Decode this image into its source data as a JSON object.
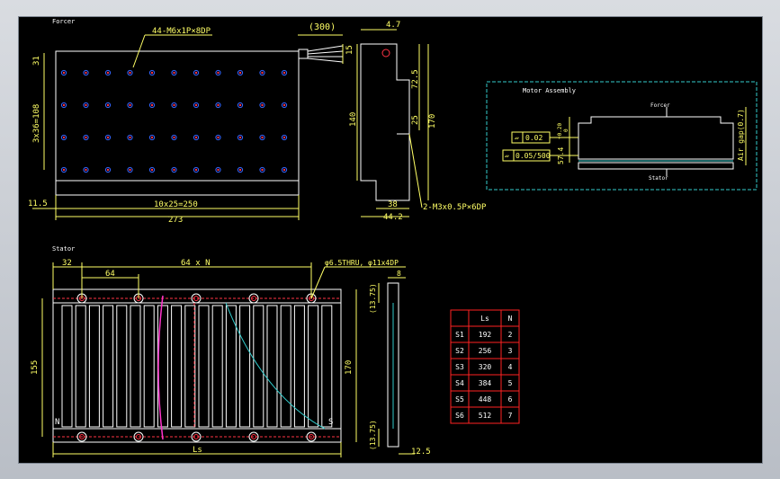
{
  "colors": {
    "background": "#000000",
    "outline": "#ffffff",
    "dimension": "#ffff66",
    "hole_red": "#ff3344",
    "hole_blue": "#3366ff",
    "cyan": "#33cccc",
    "magenta": "#ff33cc",
    "table_border": "#ff2222"
  },
  "forcer": {
    "title": "Forcer",
    "thread_callout": "44-M6x1P×8DP",
    "cable_dim": "(300)",
    "dim_31": "31",
    "dim_3x36": "3x36=108",
    "dim_11_5": "11.5",
    "dim_10x25": "10x25=250",
    "dim_273": "273"
  },
  "side_view": {
    "dim_4_7": "4.7",
    "dim_15": "15",
    "dim_72_5": "72.5",
    "dim_25": "25",
    "dim_140": "140",
    "dim_170": "170",
    "dim_38": "38",
    "dim_44_2": "44.2",
    "callout": "2-M3x0.5P×6DP"
  },
  "assembly": {
    "title": "Motor Assembly",
    "forcer_label": "Forcer",
    "stator_label": "Stator",
    "air_gap": "Air gap(0.7)",
    "flatness": "0.02",
    "parallel": "0.05/500",
    "height": "57.4",
    "tol_plus": "+0.20",
    "tol_minus": "0"
  },
  "stator": {
    "title": "Stator",
    "dim_32": "32",
    "dim_64": "64",
    "dim_64xN": "64 x N",
    "hole_callout": "φ6.5THRU, φ11x4DP",
    "dim_155": "155",
    "dim_170": "170",
    "pole_n": "N",
    "pole_s": "S",
    "dim_ls": "Ls"
  },
  "stator_side": {
    "dim_8": "8",
    "dim_13_75_top": "(13.75)",
    "dim_13_75_bottom": "(13.75)",
    "dim_12_5": "12.5"
  },
  "table": {
    "headers": [
      "",
      "Ls",
      "N"
    ],
    "rows": [
      [
        "S1",
        "192",
        "2"
      ],
      [
        "S2",
        "256",
        "3"
      ],
      [
        "S3",
        "320",
        "4"
      ],
      [
        "S4",
        "384",
        "5"
      ],
      [
        "S5",
        "448",
        "6"
      ],
      [
        "S6",
        "512",
        "7"
      ]
    ]
  }
}
